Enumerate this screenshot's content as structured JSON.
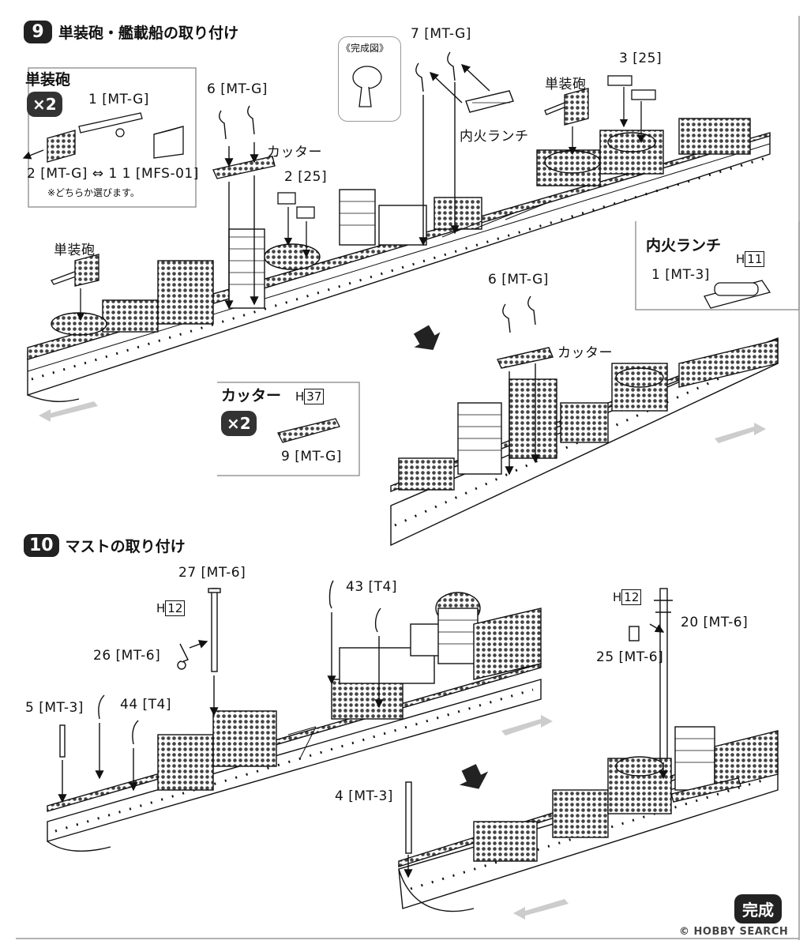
{
  "step9": {
    "number": "9",
    "title": "単装砲・艦載船の取り付け"
  },
  "inset_gun": {
    "title": "単装砲",
    "qty": "×2",
    "part_barrel": "1 [MT-G]",
    "part_choice": "2 [MT-G] ⇔ 1 1 [MFS-01]",
    "note": "※どちらか選びます。"
  },
  "completed": {
    "label": "《完成図》"
  },
  "labels9": {
    "part6_top": "6 [MT-G]",
    "part7": "7 [MT-G]",
    "part3": "3 [25]",
    "gun_right": "単装砲",
    "cutter": "カッター",
    "part2": "2 [25]",
    "launch": "内火ランチ",
    "gun_left": "単装砲",
    "part6_lower": "6 [MT-G]",
    "cutter_lower": "カッター"
  },
  "inset_launch": {
    "title": "内火ランチ",
    "h_ref_prefix": "H",
    "h_ref": "11",
    "part": "1 [MT-3]"
  },
  "inset_cutter": {
    "title": "カッター",
    "qty": "×2",
    "h_ref_prefix": "H",
    "h_ref": "37",
    "part": "9 [MT-G]"
  },
  "step10": {
    "number": "10",
    "title": "マストの取り付け"
  },
  "labels10": {
    "part27": "27 [MT-6]",
    "h_prefix_left": "H",
    "h_ref_left": "12",
    "part26": "26 [MT-6]",
    "part43": "43 [T4]",
    "part5": "5 [MT-3]",
    "part44": "44 [T4]",
    "h_prefix_right": "H",
    "h_ref_right": "12",
    "part20": "20 [MT-6]",
    "part25": "25 [MT-6]",
    "part4": "4 [MT-3]"
  },
  "finish": "完成",
  "watermark": "© HOBBY SEARCH"
}
